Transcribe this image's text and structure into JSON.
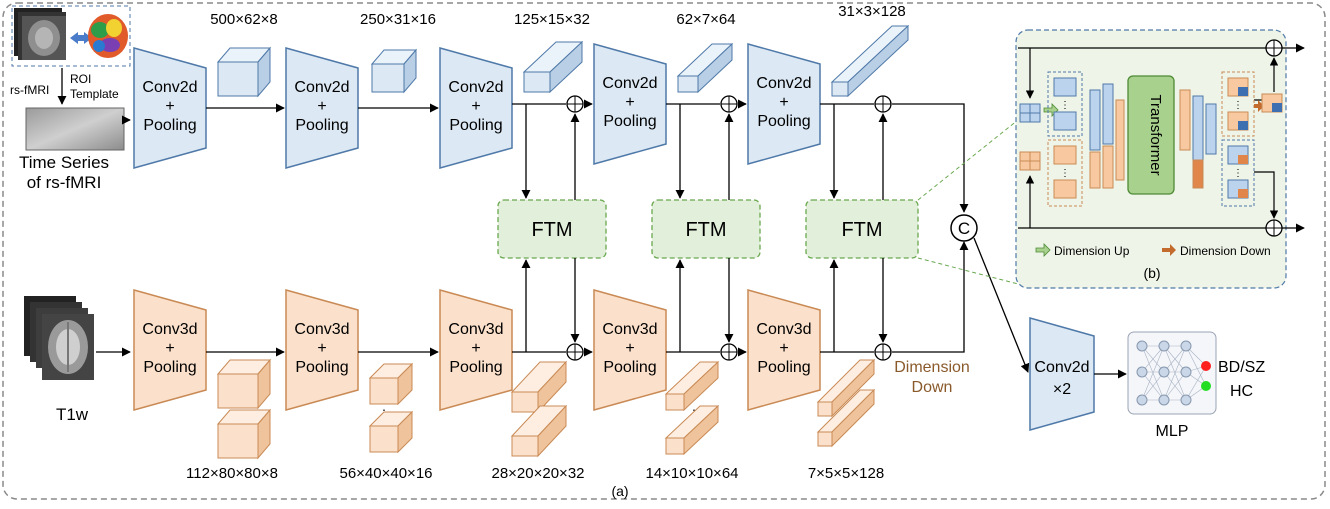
{
  "input": {
    "rs_fmri_label": "rs-fMRI",
    "roi_template_line1": "ROI",
    "roi_template_line2": "Template",
    "time_series_line1": "Time Series",
    "time_series_line2": "of rs-fMRI",
    "t1w_label": "T1w"
  },
  "top_branch": {
    "block_line1": "Conv2d",
    "block_line2": "+",
    "block_line3": "Pooling",
    "dims": [
      "500×62×8",
      "250×31×16",
      "125×15×32",
      "62×7×64",
      "31×3×128"
    ]
  },
  "bottom_branch": {
    "block_line1": "Conv3d",
    "block_line2": "+",
    "block_line3": "Pooling",
    "dims": [
      "112×80×80×8",
      "56×40×40×16",
      "28×20×20×32",
      "14×10×10×64",
      "7×5×5×128"
    ]
  },
  "ftm_label": "FTM",
  "concat_symbol": "C",
  "dimension_down_line1": "Dimension",
  "dimension_down_line2": "Down",
  "head": {
    "conv_line1": "Conv2d",
    "conv_line2": "×2",
    "mlp_label": "MLP",
    "out_label1": "BD/SZ",
    "out_label2": "HC"
  },
  "detail": {
    "transformer_label": "Transformer",
    "legend_up": "Dimension Up",
    "legend_down": "Dimension Down",
    "caption": "(b)"
  },
  "caption": "(a)",
  "colors": {
    "blue_fill": "#dce9f5",
    "blue_stroke": "#4f79a8",
    "orange_fill": "#fbe1cb",
    "orange_stroke": "#c98a55",
    "green_fill": "#e2efda",
    "green_stroke": "#6aa84f",
    "transformer_fill": "#a9d18e",
    "brown_text": "#8a5a2b"
  }
}
